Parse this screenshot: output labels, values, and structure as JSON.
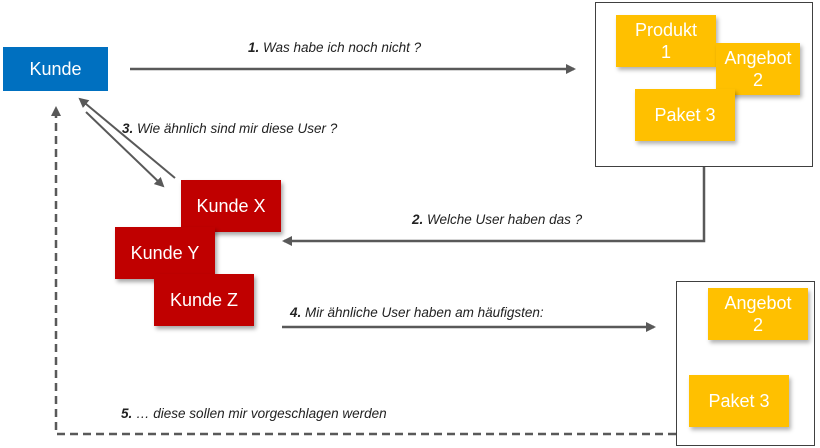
{
  "nodes": {
    "kunde": "Kunde",
    "kunde_x": "Kunde X",
    "kunde_y": "Kunde Y",
    "kunde_z": "Kunde Z"
  },
  "all_items_box": {
    "produkt": [
      "Produkt",
      "1"
    ],
    "angebot": [
      "Angebot",
      "2"
    ],
    "paket": "Paket 3"
  },
  "recommend_box": {
    "angebot": [
      "Angebot",
      "2"
    ],
    "paket": "Paket 3"
  },
  "steps": [
    {
      "num": "1.",
      "text": "Was habe ich noch nicht ?"
    },
    {
      "num": "2.",
      "text": "Welche User haben das ?"
    },
    {
      "num": "3.",
      "text": "Wie ähnlich sind mir diese User ?"
    },
    {
      "num": "4.",
      "text": "Mir ähnliche User haben am häufigsten:"
    },
    {
      "num": "5.",
      "text": "… diese sollen mir vorgeschlagen werden"
    }
  ],
  "colors": {
    "kunde": "#0070c0",
    "similar_users": "#c00000",
    "items": "#ffc000",
    "arrows": "#595959"
  }
}
